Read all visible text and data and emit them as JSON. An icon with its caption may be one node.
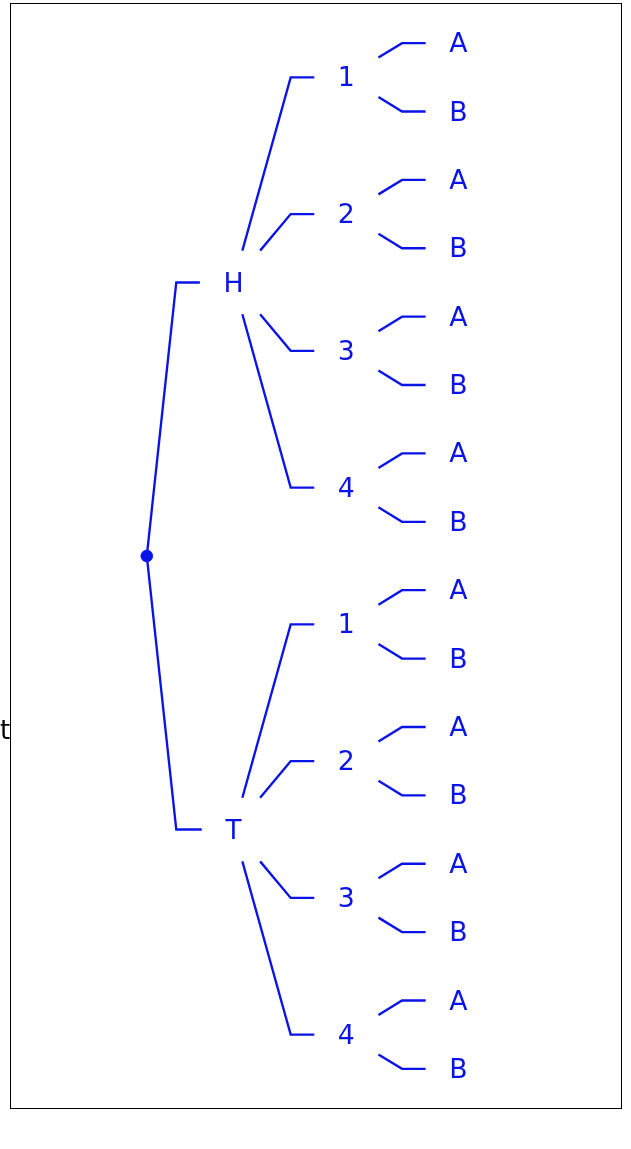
{
  "diagram": {
    "nodes": [
      {
        "text": [],
        "shape": "circle"
      },
      {
        "text": [
          "H"
        ]
      },
      {
        "text": [
          "1"
        ]
      },
      {
        "text": [
          "A"
        ]
      },
      {
        "text": [
          "B"
        ]
      },
      {
        "text": [
          "2"
        ]
      },
      {
        "text": [
          "A"
        ]
      },
      {
        "text": [
          "B"
        ]
      },
      {
        "text": [
          "3"
        ]
      },
      {
        "text": [
          "A"
        ]
      },
      {
        "text": [
          "B"
        ]
      },
      {
        "text": [
          "4"
        ]
      },
      {
        "text": [
          "A"
        ]
      },
      {
        "text": [
          "B"
        ]
      },
      {
        "text": [
          "T"
        ]
      },
      {
        "text": [
          "1"
        ]
      },
      {
        "text": [
          "A"
        ]
      },
      {
        "text": [
          "B"
        ]
      },
      {
        "text": [
          "2"
        ]
      },
      {
        "text": [
          "A"
        ]
      },
      {
        "text": [
          "B"
        ]
      },
      {
        "text": [
          "3"
        ]
      },
      {
        "text": [
          "A"
        ]
      },
      {
        "text": [
          "B"
        ]
      },
      {
        "text": [
          "4"
        ]
      },
      {
        "text": [
          "A"
        ]
      },
      {
        "text": [
          "B"
        ]
      }
    ],
    "edges": [
      {
        "from": 0,
        "to": 1,
        "arrow": "none"
      },
      {
        "from": 1,
        "to": 2,
        "arrow": "none"
      },
      {
        "from": 2,
        "to": 3,
        "arrow": "none"
      },
      {
        "from": 2,
        "to": 4,
        "arrow": "none"
      },
      {
        "from": 1,
        "to": 5,
        "arrow": "none"
      },
      {
        "from": 5,
        "to": 6,
        "arrow": "none"
      },
      {
        "from": 5,
        "to": 7,
        "arrow": "none"
      },
      {
        "from": 1,
        "to": 8,
        "arrow": "none"
      },
      {
        "from": 8,
        "to": 9,
        "arrow": "none"
      },
      {
        "from": 8,
        "to": 10,
        "arrow": "none"
      },
      {
        "from": 1,
        "to": 11,
        "arrow": "none"
      },
      {
        "from": 11,
        "to": 12,
        "arrow": "none"
      },
      {
        "from": 11,
        "to": 13,
        "arrow": "none"
      },
      {
        "from": 0,
        "to": 14,
        "arrow": "none"
      },
      {
        "from": 14,
        "to": 15,
        "arrow": "none"
      },
      {
        "from": 15,
        "to": 16,
        "arrow": "none"
      },
      {
        "from": 15,
        "to": 17,
        "arrow": "none"
      },
      {
        "from": 14,
        "to": 18,
        "arrow": "none"
      },
      {
        "from": 18,
        "to": 19,
        "arrow": "none"
      },
      {
        "from": 18,
        "to": 20,
        "arrow": "none"
      },
      {
        "from": 14,
        "to": 21,
        "arrow": "none"
      },
      {
        "from": 21,
        "to": 22,
        "arrow": "none"
      },
      {
        "from": 21,
        "to": 23,
        "arrow": "none"
      },
      {
        "from": 14,
        "to": 24,
        "arrow": "none"
      },
      {
        "from": 24,
        "to": 25,
        "arrow": "none"
      },
      {
        "from": 24,
        "to": 26,
        "arrow": "none"
      }
    ],
    "labels": [
      "t"
    ]
  }
}
